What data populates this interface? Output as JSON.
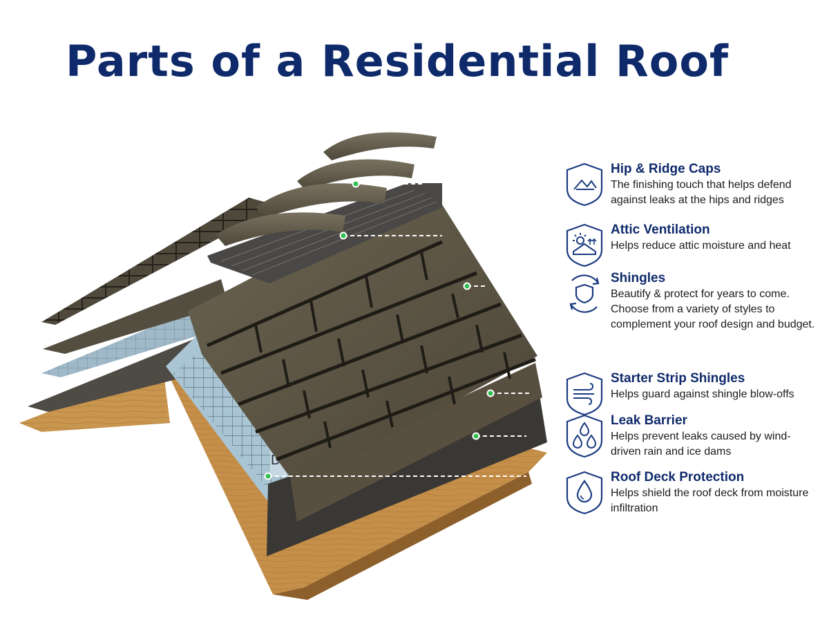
{
  "title": "Parts of a Residential Roof",
  "colors": {
    "title": "#0f2a6b",
    "icon_stroke": "#1a3a80",
    "callout_dot": "#2fbf4f",
    "shingle": "#5a5343",
    "deck": "#c9964f",
    "underlayment": "#9fb9c9"
  },
  "underlayment_brand_text": "DECK",
  "legend": [
    {
      "icon": "hip-ridge-icon",
      "title": "Hip & Ridge Caps",
      "description": "The finishing touch that helps defend against leaks at the hips and ridges"
    },
    {
      "icon": "attic-ventilation-icon",
      "title": "Attic Ventilation",
      "description": "Helps reduce attic moisture and heat"
    },
    {
      "icon": "shingles-shield-icon",
      "title": "Shingles",
      "description": "Beautify & protect for years to come. Choose from a variety of styles to complement your roof design and budget."
    },
    {
      "icon": "wind-icon",
      "title": "Starter Strip Shingles",
      "description": "Helps guard against shingle blow-offs"
    },
    {
      "icon": "water-drops-icon",
      "title": "Leak Barrier",
      "description": "Helps prevent leaks caused by wind-driven rain and ice dams"
    },
    {
      "icon": "water-drop-icon",
      "title": "Roof Deck Protection",
      "description": "Helps shield the roof deck from moisture infiltration"
    }
  ]
}
